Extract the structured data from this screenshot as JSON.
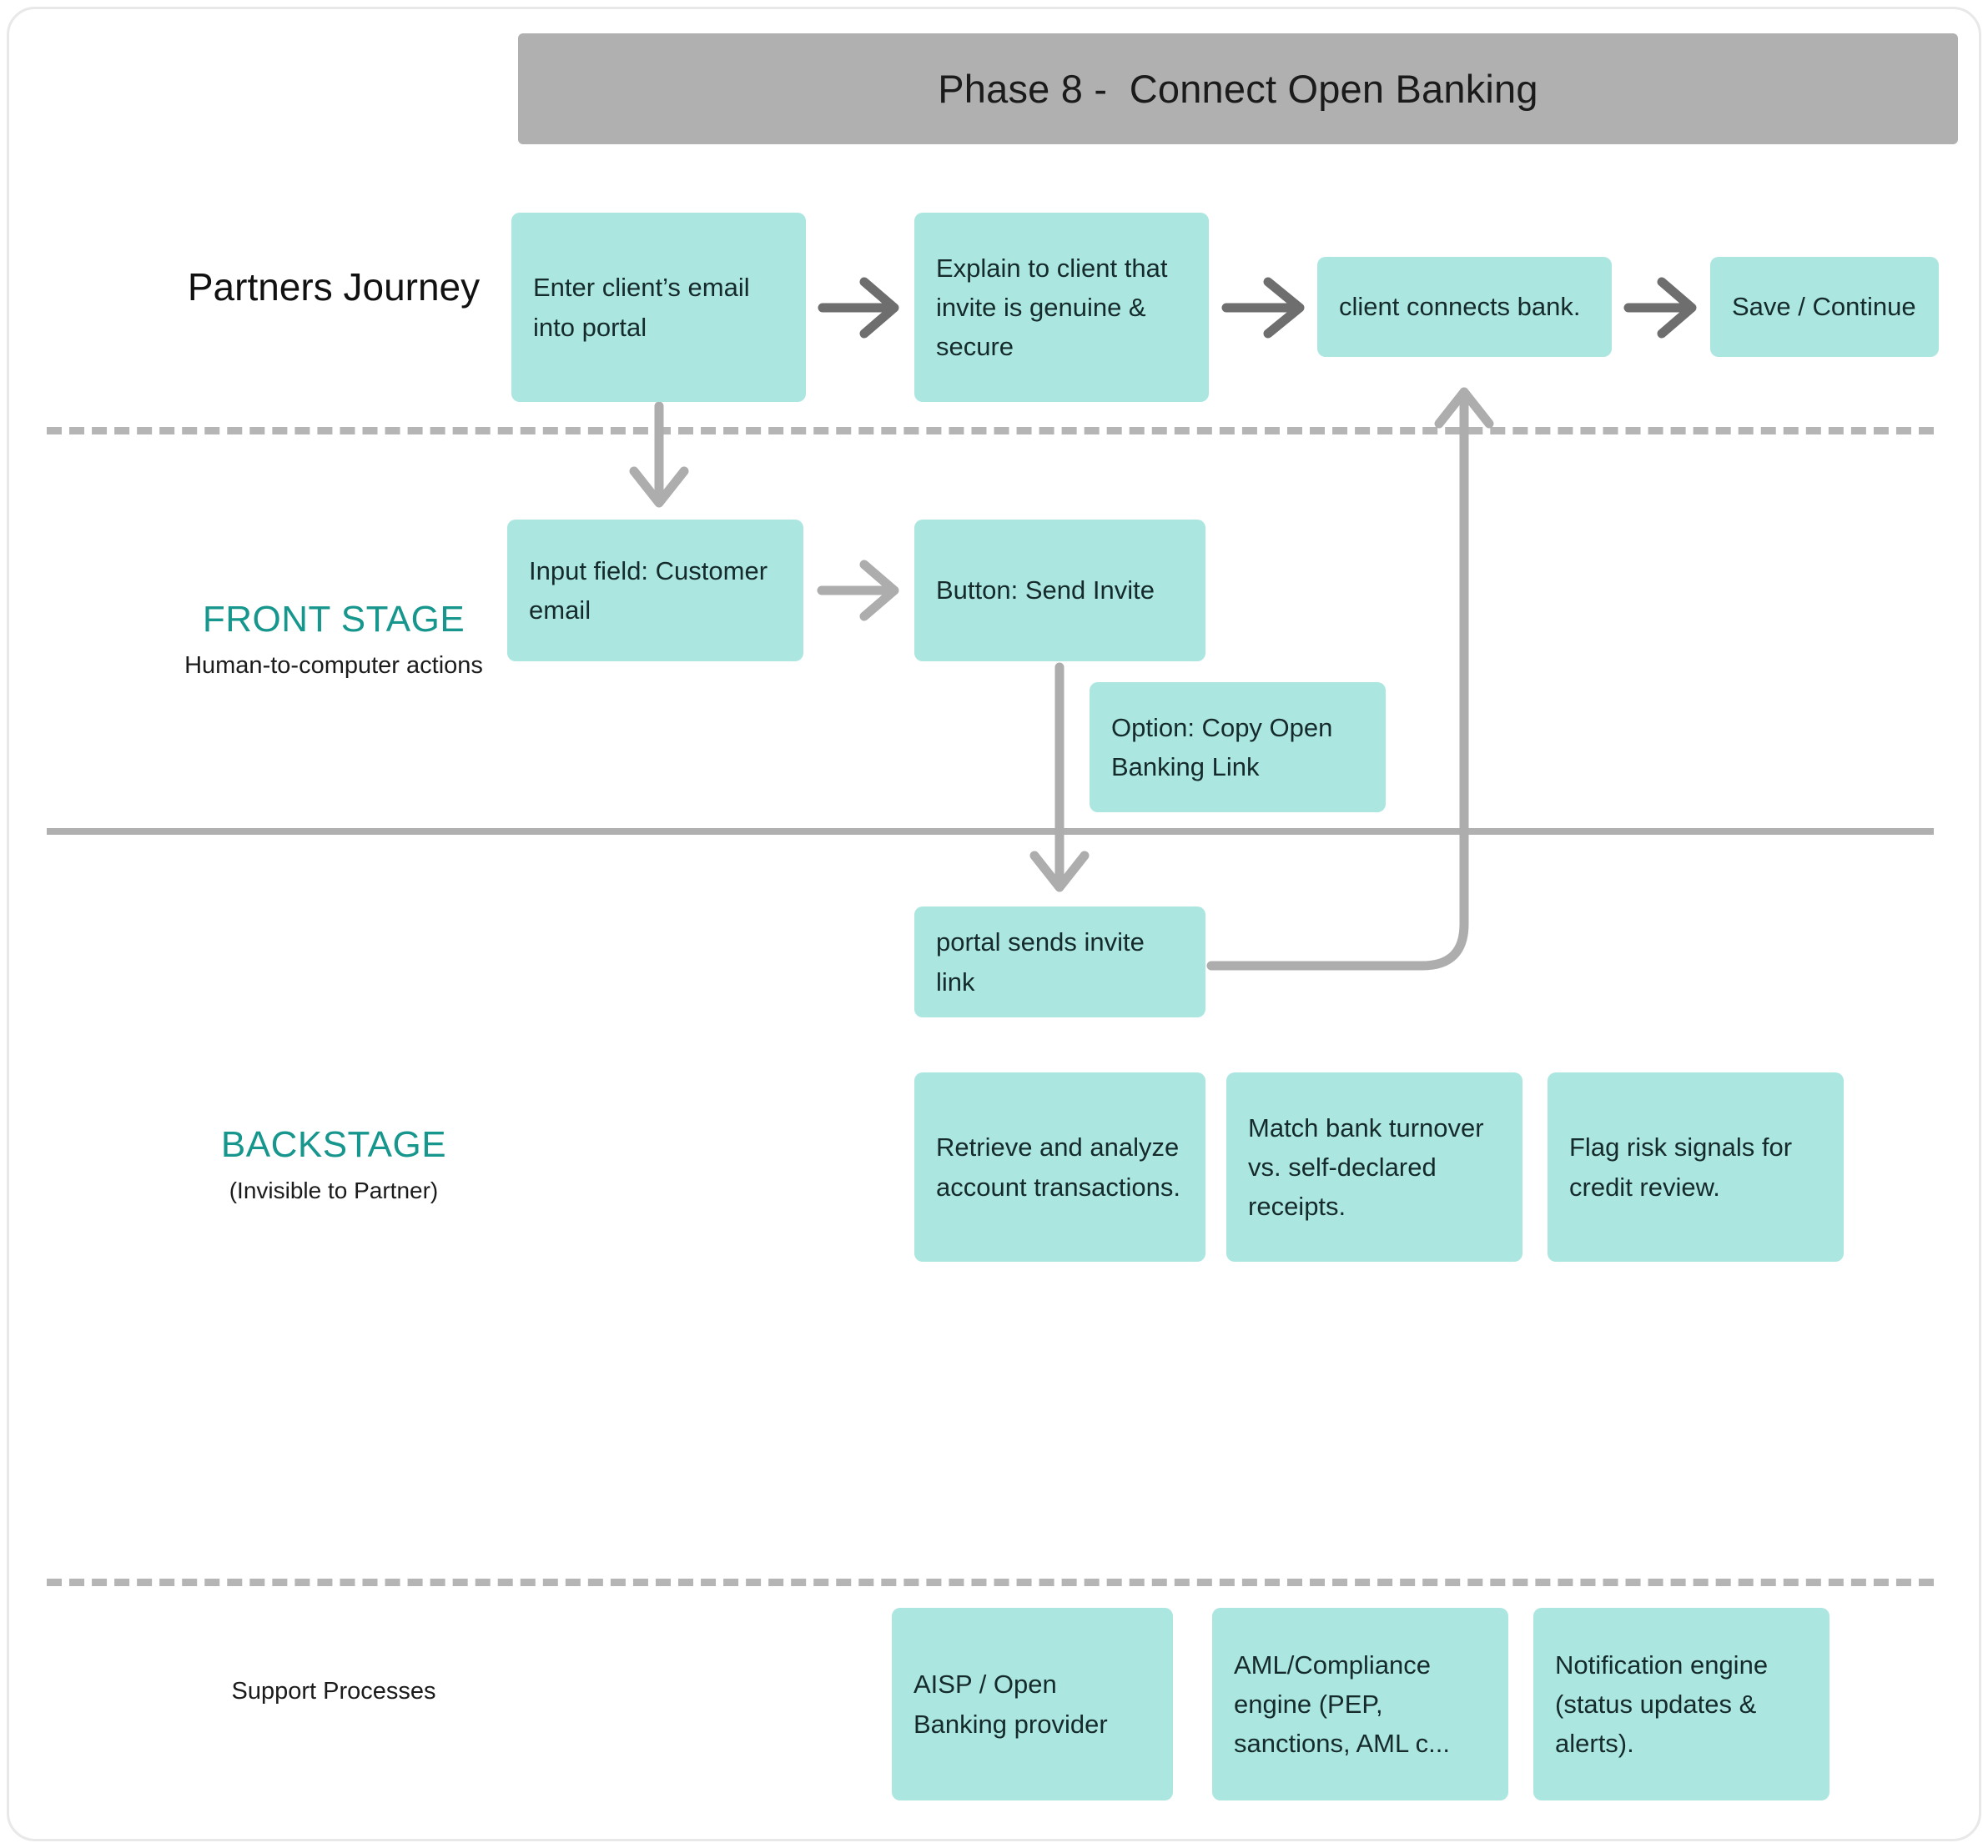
{
  "header": {
    "title": "Phase 8 -  Connect Open Banking"
  },
  "lanes": [
    {
      "id": "partners-journey",
      "title": "Partners Journey",
      "subtitle": ""
    },
    {
      "id": "front-stage",
      "title": "FRONT STAGE",
      "subtitle": "Human-to-computer actions"
    },
    {
      "id": "backstage",
      "title": "BACKSTAGE",
      "subtitle": "(Invisible to Partner)"
    },
    {
      "id": "support-processes",
      "title": "Support Processes",
      "subtitle": ""
    }
  ],
  "nodes": {
    "enter_email": "Enter client’s email into portal",
    "explain_client": "Explain to client that invite is genuine & secure",
    "connect_bank": "client connects bank.",
    "save_continue": "Save / Continue",
    "input_field": "Input field: Customer email",
    "send_invite": "Button: Send Invite",
    "copy_link": "Option: Copy Open Banking Link",
    "portal_sends": "portal sends invite link",
    "retrieve": "Retrieve and analyze account transactions.",
    "match_bank": "Match bank turnover vs. self-declared receipts.",
    "flag_risk": "Flag risk signals for credit review.",
    "aisp": "AISP / Open Banking provider",
    "aml": "AML/Compliance engine (PEP, sanctions, AML c...",
    "notification": "Notification engine (status updates & alerts)."
  },
  "colors": {
    "node_fill": "#ACE6E0",
    "header_fill": "#B0B0B0",
    "stage_label": "#16968C",
    "arrow_dark": "#6E6E6E",
    "arrow_light": "#ADADAD",
    "divider": "#B5B5B5",
    "card_border": "#E8E8E8"
  },
  "chart_data": {
    "type": "diagram",
    "diagram_kind": "service-blueprint",
    "title": "Phase 8 -  Connect Open Banking",
    "lanes": [
      {
        "name": "Partners Journey",
        "steps": [
          "Enter client’s email into portal",
          "Explain to client that invite is genuine & secure",
          "client connects bank.",
          "Save / Continue"
        ]
      },
      {
        "name": "FRONT STAGE",
        "note": "Human-to-computer actions",
        "steps": [
          "Input field: Customer email",
          "Button: Send Invite",
          "Option: Copy Open Banking Link"
        ]
      },
      {
        "name": "BACKSTAGE",
        "note": "(Invisible to Partner)",
        "steps": [
          "portal sends invite link",
          "Retrieve and analyze account transactions.",
          "Match bank turnover vs. self-declared receipts.",
          "Flag risk signals for credit review."
        ]
      },
      {
        "name": "Support Processes",
        "steps": [
          "AISP / Open Banking provider",
          "AML/Compliance engine (PEP, sanctions, AML c...",
          "Notification engine (status updates & alerts)."
        ]
      }
    ],
    "connections": [
      {
        "from": "Enter client’s email into portal",
        "to": "Explain to client that invite is genuine & secure",
        "style": "arrow-right-dark"
      },
      {
        "from": "Explain to client that invite is genuine & secure",
        "to": "client connects bank.",
        "style": "arrow-right-dark"
      },
      {
        "from": "client connects bank.",
        "to": "Save / Continue",
        "style": "arrow-right-dark"
      },
      {
        "from": "Enter client’s email into portal",
        "to": "Input field: Customer email",
        "style": "arrow-down-light"
      },
      {
        "from": "Input field: Customer email",
        "to": "Button: Send Invite",
        "style": "arrow-right-light"
      },
      {
        "from": "Button: Send Invite",
        "to": "portal sends invite link",
        "style": "arrow-down-light"
      },
      {
        "from": "portal sends invite link",
        "to": "client connects bank.",
        "style": "elbow-up-light"
      }
    ]
  }
}
